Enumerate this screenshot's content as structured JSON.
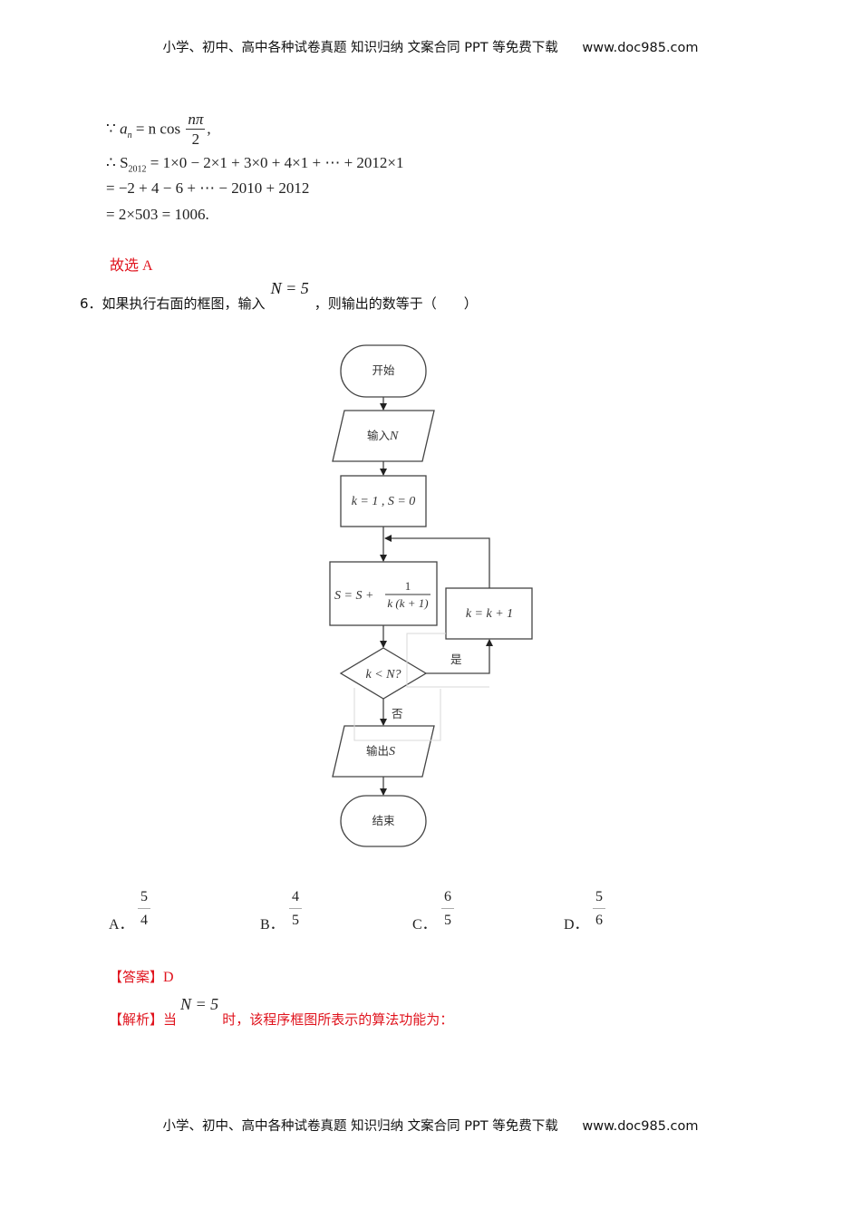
{
  "header": {
    "text": "小学、初中、高中各种试卷真题  知识归纳  文案合同  PPT 等免费下载",
    "site": "www.doc985.com"
  },
  "footer": {
    "text": "小学、初中、高中各种试卷真题  知识归纳  文案合同  PPT 等免费下载",
    "site": "www.doc985.com"
  },
  "solution_prev": {
    "line1_prefix": "∵ ",
    "line1_a": "a",
    "line1_sub": "n",
    "line1_mid": " = n cos ",
    "line1_num": "nπ",
    "line1_den": "2",
    "line1_end": ",",
    "line2_prefix": "∴ S",
    "line2_sub": "2012",
    "line2_rest": " = 1×0 − 2×1 + 3×0 + 4×1 + ⋯ + 2012×1",
    "line3": "= −2 + 4 − 6 + ⋯ − 2010 + 2012",
    "line4": "= 2×503 = 1006.",
    "conclusion": "故选 A"
  },
  "question": {
    "number": "6．",
    "text_before": "如果执行右面的框图，输入",
    "math": "N = 5",
    "text_after": "，则输出的数等于（　　）"
  },
  "flowchart": {
    "start": "开始",
    "input": "输入",
    "input_var": "N",
    "init": "k = 1 , S = 0",
    "update_lhs": "S = S + ",
    "update_num": "1",
    "update_den": "k (k + 1)",
    "increment": "k = k + 1",
    "condition": "k < N?",
    "yes": "是",
    "no": "否",
    "output": "输出",
    "output_var": "S",
    "end": "结束"
  },
  "options": [
    {
      "label": "A．",
      "num": "5",
      "den": "4"
    },
    {
      "label": "B．",
      "num": "4",
      "den": "5"
    },
    {
      "label": "C．",
      "num": "6",
      "den": "5"
    },
    {
      "label": "D．",
      "num": "5",
      "den": "6"
    }
  ],
  "answer": {
    "label": "【答案】",
    "value": "D"
  },
  "analysis": {
    "label": "【解析】",
    "text_before": "当",
    "math": "N = 5",
    "text_after": "时，该程序框图所表示的算法功能为："
  },
  "colors": {
    "answer_red": "#e0141e",
    "text": "#1a1a1a"
  }
}
